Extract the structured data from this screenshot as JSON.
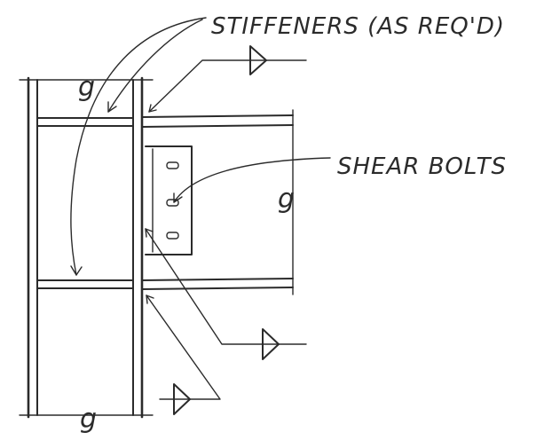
{
  "labels": {
    "stiffeners": "STIFFENERS (AS REQ'D)",
    "shear_bolts": "SHEAR BOLTS",
    "weld_symbol_top_column": "g",
    "weld_symbol_bottom_column": "g",
    "weld_symbol_beam": "g"
  },
  "colors": {
    "ink": "#2b2b2b",
    "paper": "#ffffff"
  }
}
